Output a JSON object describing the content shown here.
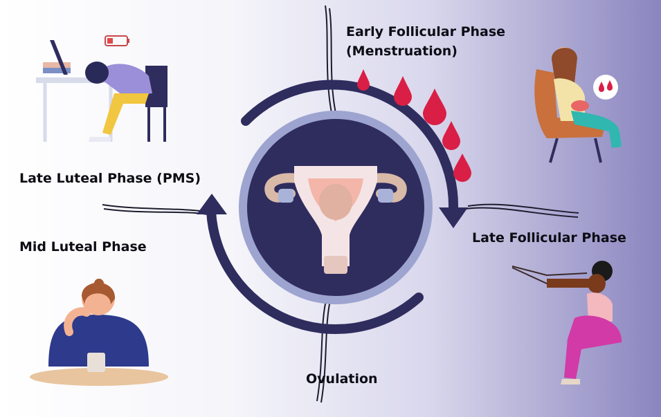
{
  "labels": {
    "early_follicular_line1": "Early Follicular Phase",
    "early_follicular_line2": "(Menstruation)",
    "late_luteal": "Late Luteal Phase (PMS)",
    "late_follicular": "Late Follicular Phase",
    "mid_luteal": "Mid Luteal Phase",
    "ovulation": "Ovulation"
  },
  "icons": {
    "center": "uterus-icon",
    "drops": "blood-drop-icon",
    "battery": "low-battery-icon"
  },
  "colors": {
    "cycle_arc": "#2f2d5e",
    "center_disc": "#2f2d5e",
    "center_ring": "#9ea4d0",
    "blood": "#d91f45",
    "text": "#0c0c14"
  }
}
